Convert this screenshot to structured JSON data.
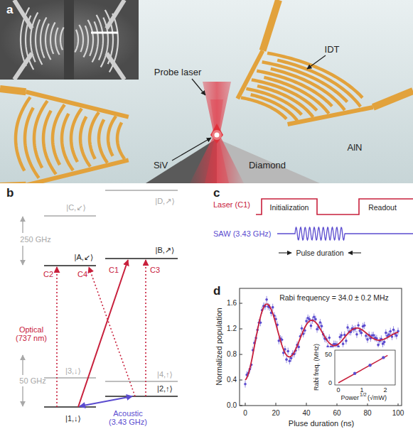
{
  "diagram": {
    "labels": [
      "a",
      "Probe laser",
      "IDT",
      "AlN",
      "SiV",
      "Diamond",
      "b",
      "|D,↗⟩",
      "|C,↙⟩",
      "250 GHz",
      "|B,↗⟩",
      "|A,↙⟩",
      "C2",
      "C4",
      "C1",
      "C3",
      "Optical (737 nm)",
      "50 GHz",
      "|3,↓⟩",
      "|4,↑⟩",
      "|2,↑⟩",
      "|1,↓⟩",
      "Acoustic (3.43 GHz)",
      "c",
      "Laser (C1)",
      "Initialization",
      "Readout",
      "SAW (3.43 GHz)",
      "Pulse duration",
      "d",
      "Rabi frequency = 34.0 ± 0.2 MHz",
      "Normalized population",
      "0.0",
      "0.4",
      "0.8",
      "1.2",
      "1.6",
      "0",
      "20",
      "40",
      "60",
      "80",
      "100",
      "Pluse duration (ns)",
      "Rabi freq. (MHz)",
      "50",
      "0",
      "0",
      "1",
      "2",
      "Power",
      "1/2",
      "(√mW)"
    ]
  }
}
